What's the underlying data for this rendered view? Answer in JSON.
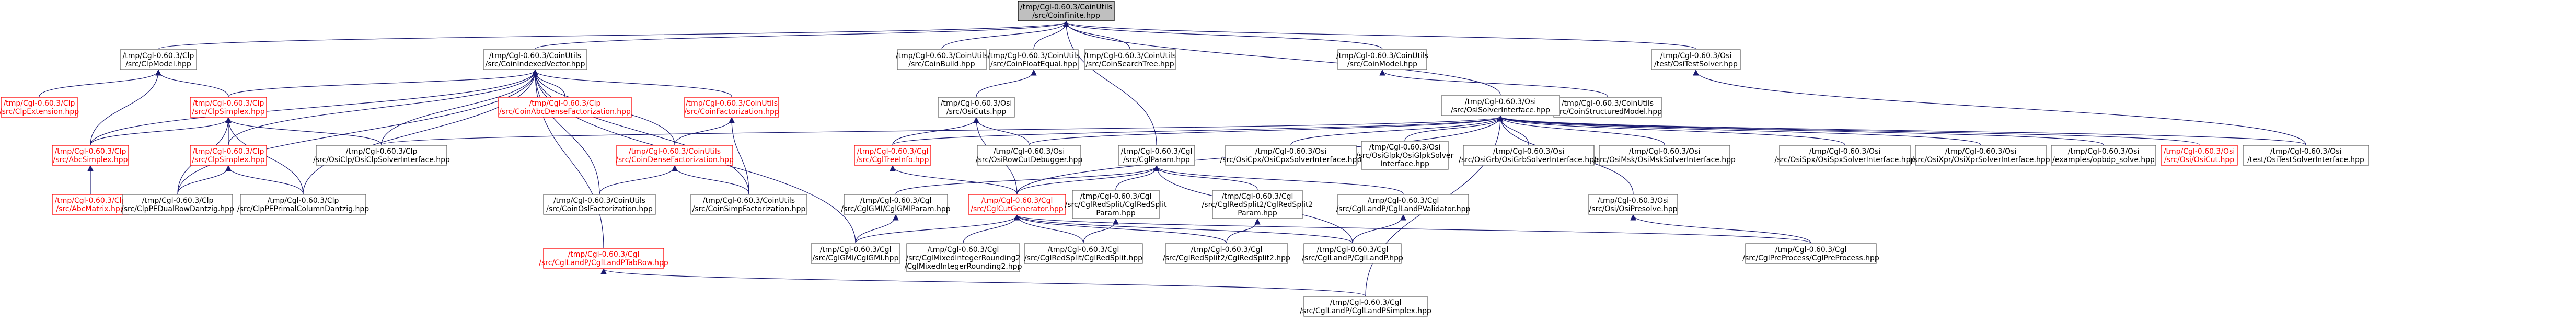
{
  "colors": {
    "edge": "#191970",
    "root_fill": "#bfbfbf",
    "missing_doc": "#ff0000",
    "border": "#666666"
  },
  "nodes": [
    {
      "id": "root",
      "lines": [
        "/tmp/Cgl-0.60.3/CoinUtils",
        "/src/CoinFinite.hpp"
      ],
      "style": "root"
    },
    {
      "id": "clpmodel",
      "lines": [
        "/tmp/Cgl-0.60.3/Clp",
        "/src/ClpModel.hpp"
      ],
      "style": "normal"
    },
    {
      "id": "indexedvector",
      "lines": [
        "/tmp/Cgl-0.60.3/CoinUtils",
        "/src/CoinIndexedVector.hpp"
      ],
      "style": "normal"
    },
    {
      "id": "coinbuild",
      "lines": [
        "/tmp/Cgl-0.60.3/CoinUtils",
        "/src/CoinBuild.hpp"
      ],
      "style": "normal"
    },
    {
      "id": "floatequal",
      "lines": [
        "/tmp/Cgl-0.60.3/CoinUtils",
        "/src/CoinFloatEqual.hpp"
      ],
      "style": "normal"
    },
    {
      "id": "searchtree",
      "lines": [
        "/tmp/Cgl-0.60.3/CoinUtils",
        "/src/CoinSearchTree.hpp"
      ],
      "style": "normal"
    },
    {
      "id": "coinmodel",
      "lines": [
        "/tmp/Cgl-0.60.3/CoinUtils",
        "/src/CoinModel.hpp"
      ],
      "style": "normal"
    },
    {
      "id": "ositestsolver",
      "lines": [
        "/tmp/Cgl-0.60.3/Osi",
        "/test/OsiTestSolver.hpp"
      ],
      "style": "normal"
    },
    {
      "id": "clpextension",
      "lines": [
        "/tmp/Cgl-0.60.3/Clp",
        "/src/ClpExtension.hpp"
      ],
      "style": "red"
    },
    {
      "id": "clpsimplex",
      "lines": [
        "/tmp/Cgl-0.60.3/Clp",
        "/src/ClpSimplex.hpp"
      ],
      "style": "red"
    },
    {
      "id": "denseaf",
      "lines": [
        "/tmp/Cgl-0.60.3/Clp",
        "/src/CoinAbcDenseFactorization.hpp"
      ],
      "style": "red"
    },
    {
      "id": "coinfactorization",
      "lines": [
        "/tmp/Cgl-0.60.3/CoinUtils",
        "/src/CoinFactorization.hpp"
      ],
      "style": "red"
    },
    {
      "id": "osicuts",
      "lines": [
        "/tmp/Cgl-0.60.3/Osi",
        "/src/OsiCuts.hpp"
      ],
      "style": "normal"
    },
    {
      "id": "structuredmodel",
      "lines": [
        "/tmp/Cgl-0.60.3/CoinUtils",
        "/src/CoinStructuredModel.hpp"
      ],
      "style": "normal"
    },
    {
      "id": "osisolverinterface",
      "lines": [
        "/tmp/Cgl-0.60.3/Osi",
        "/src/OsiSolverInterface.hpp"
      ],
      "style": "normal"
    },
    {
      "id": "abcsimplex",
      "lines": [
        "/tmp/Cgl-0.60.3/Clp",
        "/src/AbcSimplex.hpp"
      ],
      "style": "red"
    },
    {
      "id": "clpsimplexprimal",
      "lines": [
        "/tmp/Cgl-0.60.3/Clp",
        "/src/ClpSimplex.hpp"
      ],
      "style": "red"
    },
    {
      "id": "osiclpsolver",
      "lines": [
        "/tmp/Cgl-0.60.3/Clp",
        "/src/OsiClp/OsiClpSolverInterface.hpp"
      ],
      "style": "normal"
    },
    {
      "id": "coindensefact",
      "lines": [
        "/tmp/Cgl-0.60.3/CoinUtils",
        "/src/CoinDenseFactorization.hpp"
      ],
      "style": "red"
    },
    {
      "id": "cgltreeinfo",
      "lines": [
        "/tmp/Cgl-0.60.3/Cgl",
        "/src/CglTreeInfo.hpp"
      ],
      "style": "red"
    },
    {
      "id": "rowcutdebugger",
      "lines": [
        "/tmp/Cgl-0.60.3/Osi",
        "/src/OsiRowCutDebugger.hpp"
      ],
      "style": "normal"
    },
    {
      "id": "cglparam",
      "lines": [
        "/tmp/Cgl-0.60.3/Cgl",
        "/src/CglParam.hpp"
      ],
      "style": "normal"
    },
    {
      "id": "osicpx",
      "lines": [
        "/tmp/Cgl-0.60.3/Osi",
        "/src/OsiCpx/OsiCpxSolverInterface.hpp"
      ],
      "style": "normal"
    },
    {
      "id": "osiglpk",
      "lines": [
        "/tmp/Cgl-0.60.3/Osi",
        "/src/OsiGlpk/OsiGlpkSolver",
        "Interface.hpp"
      ],
      "style": "normal"
    },
    {
      "id": "osigrb",
      "lines": [
        "/tmp/Cgl-0.60.3/Osi",
        "/src/OsiGrb/OsiGrbSolverInterface.hpp"
      ],
      "style": "normal"
    },
    {
      "id": "osimsk",
      "lines": [
        "/tmp/Cgl-0.60.3/Osi",
        "/src/OsiMsk/OsiMskSolverInterface.hpp"
      ],
      "style": "normal"
    },
    {
      "id": "osispx",
      "lines": [
        "/tmp/Cgl-0.60.3/Osi",
        "/src/OsiSpx/OsiSpxSolverInterface.hpp"
      ],
      "style": "normal"
    },
    {
      "id": "osixpr",
      "lines": [
        "/tmp/Cgl-0.60.3/Osi",
        "/src/OsiXpr/OsiXprSolverInterface.hpp"
      ],
      "style": "normal"
    },
    {
      "id": "example",
      "lines": [
        "/tmp/Cgl-0.60.3/Osi",
        "/examples/opbdp_solve.hpp"
      ],
      "style": "normal"
    },
    {
      "id": "osicut",
      "lines": [
        "/tmp/Cgl-0.60.3/Osi",
        "/src/Osi/OsiCut.hpp"
      ],
      "style": "red"
    },
    {
      "id": "ositestsolveriface",
      "lines": [
        "/tmp/Cgl-0.60.3/Osi",
        "/test/OsiTestSolverInterface.hpp"
      ],
      "style": "normal"
    },
    {
      "id": "abcmatrix",
      "lines": [
        "/tmp/Cgl-0.60.3/Clp",
        "/src/AbcMatrix.hpp"
      ],
      "style": "red"
    },
    {
      "id": "pdualrow",
      "lines": [
        "/tmp/Cgl-0.60.3/Clp",
        "/src/ClpPEDualRowDantzig.hpp"
      ],
      "style": "normal"
    },
    {
      "id": "pprimalcol",
      "lines": [
        "/tmp/Cgl-0.60.3/Clp",
        "/src/ClpPEPrimalColumnDantzig.hpp"
      ],
      "style": "normal"
    },
    {
      "id": "coinoslfact",
      "lines": [
        "/tmp/Cgl-0.60.3/CoinUtils",
        "/src/CoinOslFactorization.hpp"
      ],
      "style": "normal"
    },
    {
      "id": "coinsimpfact",
      "lines": [
        "/tmp/Cgl-0.60.3/CoinUtils",
        "/src/CoinSimpFactorization.hpp"
      ],
      "style": "normal"
    },
    {
      "id": "cglgmiparam",
      "lines": [
        "/tmp/Cgl-0.60.3/Cgl",
        "/src/CglGMI/CglGMIParam.hpp"
      ],
      "style": "normal"
    },
    {
      "id": "cutgenerator",
      "lines": [
        "/tmp/Cgl-0.60.3/Cgl",
        "/src/CglCutGenerator.hpp"
      ],
      "style": "red"
    },
    {
      "id": "redsplitparam",
      "lines": [
        "/tmp/Cgl-0.60.3/Cgl",
        "/src/CglRedSplit/CglRedSplit",
        "Param.hpp"
      ],
      "style": "normal"
    },
    {
      "id": "redsplit2param",
      "lines": [
        "/tmp/Cgl-0.60.3/Cgl",
        "/src/CglRedSplit2/CglRedSplit2",
        "Param.hpp"
      ],
      "style": "normal"
    },
    {
      "id": "landpvalidator",
      "lines": [
        "/tmp/Cgl-0.60.3/Cgl",
        "/src/CglLandP/CglLandPValidator.hpp"
      ],
      "style": "normal"
    },
    {
      "id": "osipresolve",
      "lines": [
        "/tmp/Cgl-0.60.3/Osi",
        "/src/Osi/OsiPresolve.hpp"
      ],
      "style": "normal"
    },
    {
      "id": "landptabrow",
      "lines": [
        "/tmp/Cgl-0.60.3/Cgl",
        "/src/CglLandP/CglLandPTabRow.hpp"
      ],
      "style": "red"
    },
    {
      "id": "cglgmi",
      "lines": [
        "/tmp/Cgl-0.60.3/Cgl",
        "/src/CglGMI/CglGMI.hpp"
      ],
      "style": "normal"
    },
    {
      "id": "mixedint2",
      "lines": [
        "/tmp/Cgl-0.60.3/Cgl",
        "/src/CglMixedIntegerRounding2",
        "/CglMixedIntegerRounding2.hpp"
      ],
      "style": "normal"
    },
    {
      "id": "redsplit",
      "lines": [
        "/tmp/Cgl-0.60.3/Cgl",
        "/src/CglRedSplit/CglRedSplit.hpp"
      ],
      "style": "normal"
    },
    {
      "id": "redsplit2",
      "lines": [
        "/tmp/Cgl-0.60.3/Cgl",
        "/src/CglRedSplit2/CglRedSplit2.hpp"
      ],
      "style": "normal"
    },
    {
      "id": "cgllandp",
      "lines": [
        "/tmp/Cgl-0.60.3/Cgl",
        "/src/CglLandP/CglLandP.hpp"
      ],
      "style": "normal"
    },
    {
      "id": "preprocess",
      "lines": [
        "/tmp/Cgl-0.60.3/Cgl",
        "/src/CglPreProcess/CglPreProcess.hpp"
      ],
      "style": "normal"
    },
    {
      "id": "landpsimplex",
      "lines": [
        "/tmp/Cgl-0.60.3/Cgl",
        "/src/CglLandP/CglLandPSimplex.hpp"
      ],
      "style": "normal"
    }
  ],
  "edges": [
    [
      "root",
      "clpmodel"
    ],
    [
      "root",
      "indexedvector"
    ],
    [
      "root",
      "coinbuild"
    ],
    [
      "root",
      "floatequal"
    ],
    [
      "root",
      "searchtree"
    ],
    [
      "root",
      "coinmodel"
    ],
    [
      "root",
      "ositestsolver"
    ],
    [
      "root",
      "osisolverinterface"
    ],
    [
      "root",
      "cglparam"
    ],
    [
      "clpmodel",
      "clpextension"
    ],
    [
      "clpmodel",
      "clpsimplex"
    ],
    [
      "clpmodel",
      "abcsimplex"
    ],
    [
      "indexedvector",
      "clpsimplex"
    ],
    [
      "indexedvector",
      "denseaf"
    ],
    [
      "indexedvector",
      "coinfactorization"
    ],
    [
      "indexedvector",
      "abcsimplex"
    ],
    [
      "indexedvector",
      "clpsimplexprimal"
    ],
    [
      "indexedvector",
      "osiclpsolver"
    ],
    [
      "indexedvector",
      "coindensefact"
    ],
    [
      "indexedvector",
      "pdualrow"
    ],
    [
      "indexedvector",
      "pprimalcol"
    ],
    [
      "indexedvector",
      "coinoslfact"
    ],
    [
      "indexedvector",
      "coinsimpfact"
    ],
    [
      "indexedvector",
      "landptabrow"
    ],
    [
      "indexedvector",
      "cglgmi"
    ],
    [
      "floatequal",
      "osicuts"
    ],
    [
      "coinmodel",
      "structuredmodel"
    ],
    [
      "ositestsolver",
      "ositestsolveriface"
    ],
    [
      "clpsimplex",
      "abcsimplex"
    ],
    [
      "clpsimplex",
      "clpsimplexprimal"
    ],
    [
      "clpsimplex",
      "osiclpsolver"
    ],
    [
      "clpsimplex",
      "pdualrow"
    ],
    [
      "clpsimplex",
      "pprimalcol"
    ],
    [
      "coinfactorization",
      "coindensefact"
    ],
    [
      "coinfactorization",
      "coinsimpfact"
    ],
    [
      "osicuts",
      "cgltreeinfo"
    ],
    [
      "osicuts",
      "rowcutdebugger"
    ],
    [
      "osicuts",
      "cutgenerator"
    ],
    [
      "osisolverinterface",
      "osiclpsolver"
    ],
    [
      "osisolverinterface",
      "cgltreeinfo"
    ],
    [
      "osisolverinterface",
      "rowcutdebugger"
    ],
    [
      "osisolverinterface",
      "osicpx"
    ],
    [
      "osisolverinterface",
      "osiglpk"
    ],
    [
      "osisolverinterface",
      "osigrb"
    ],
    [
      "osisolverinterface",
      "osimsk"
    ],
    [
      "osisolverinterface",
      "osispx"
    ],
    [
      "osisolverinterface",
      "osixpr"
    ],
    [
      "osisolverinterface",
      "example"
    ],
    [
      "osisolverinterface",
      "osicut"
    ],
    [
      "osisolverinterface",
      "ositestsolveriface"
    ],
    [
      "osisolverinterface",
      "osipresolve"
    ],
    [
      "osisolverinterface",
      "cutgenerator"
    ],
    [
      "osisolverinterface",
      "landpsimplex"
    ],
    [
      "abcsimplex",
      "abcmatrix"
    ],
    [
      "clpsimplexprimal",
      "pdualrow"
    ],
    [
      "clpsimplexprimal",
      "pprimalcol"
    ],
    [
      "coindensefact",
      "coinoslfact"
    ],
    [
      "coindensefact",
      "coinsimpfact"
    ],
    [
      "cgltreeinfo",
      "cutgenerator"
    ],
    [
      "cglparam",
      "cglgmiparam"
    ],
    [
      "cglparam",
      "cutgenerator"
    ],
    [
      "cglparam",
      "redsplitparam"
    ],
    [
      "cglparam",
      "redsplit2param"
    ],
    [
      "cglparam",
      "landpvalidator"
    ],
    [
      "cglparam",
      "cgllandp"
    ],
    [
      "cglgmiparam",
      "cglgmi"
    ],
    [
      "cutgenerator",
      "cglgmi"
    ],
    [
      "cutgenerator",
      "mixedint2"
    ],
    [
      "cutgenerator",
      "redsplit"
    ],
    [
      "cutgenerator",
      "redsplit2"
    ],
    [
      "cutgenerator",
      "cgllandp"
    ],
    [
      "cutgenerator",
      "preprocess"
    ],
    [
      "redsplitparam",
      "redsplit"
    ],
    [
      "redsplit2param",
      "redsplit2"
    ],
    [
      "landpvalidator",
      "cgllandp"
    ],
    [
      "osipresolve",
      "preprocess"
    ],
    [
      "landptabrow",
      "landpsimplex"
    ]
  ]
}
